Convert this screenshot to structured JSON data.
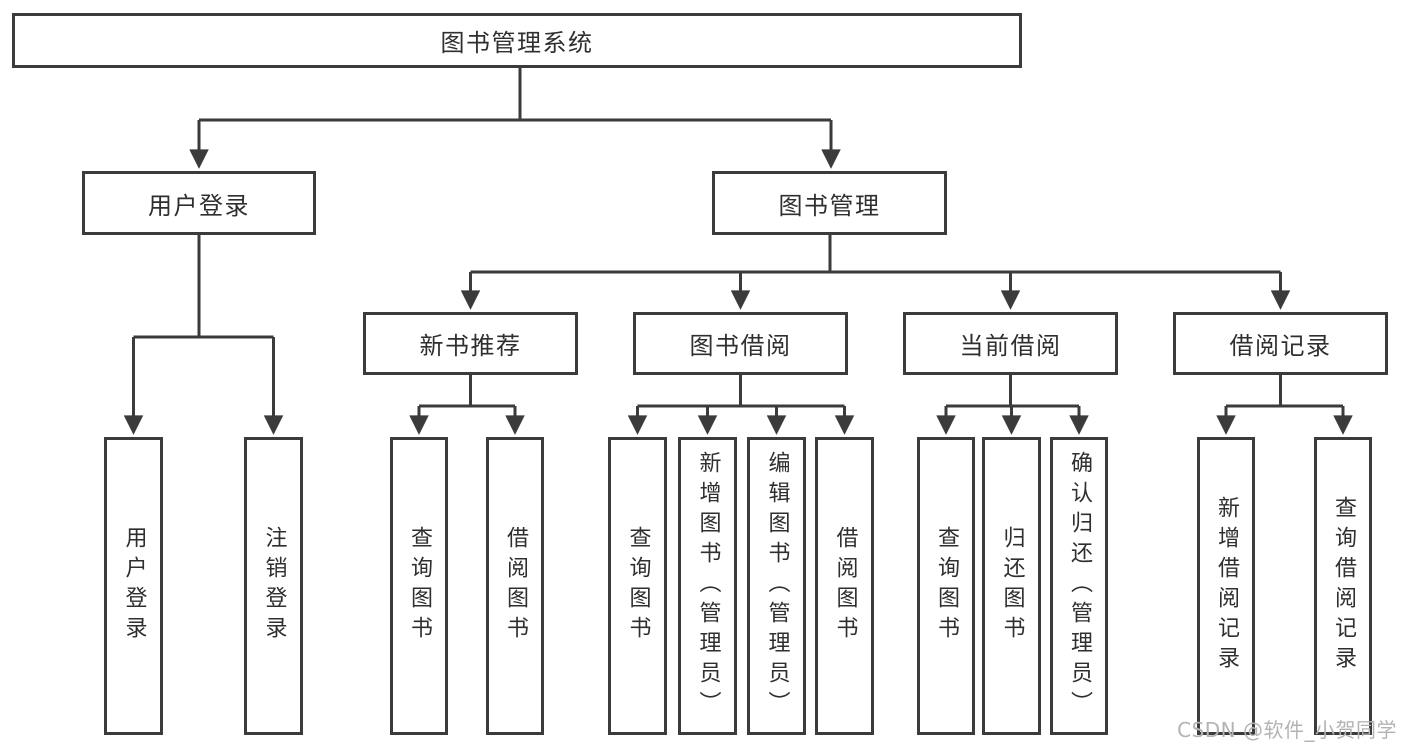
{
  "diagram": {
    "title": "图书管理系统",
    "branches": [
      {
        "label": "用户登录",
        "children": [
          {
            "label": "用户登录"
          },
          {
            "label": "注销登录"
          }
        ]
      },
      {
        "label": "图书管理",
        "children": [
          {
            "label": "新书推荐",
            "children": [
              {
                "label": "查询图书"
              },
              {
                "label": "借阅图书"
              }
            ]
          },
          {
            "label": "图书借阅",
            "children": [
              {
                "label": "查询图书"
              },
              {
                "label": "新增图书（管理员）"
              },
              {
                "label": "编辑图书（管理员）"
              },
              {
                "label": "借阅图书"
              }
            ]
          },
          {
            "label": "当前借阅",
            "children": [
              {
                "label": "查询图书"
              },
              {
                "label": "归还图书"
              },
              {
                "label": "确认归还（管理员）"
              }
            ]
          },
          {
            "label": "借阅记录",
            "children": [
              {
                "label": "新增借阅记录"
              },
              {
                "label": "查询借阅记录"
              }
            ]
          }
        ]
      }
    ]
  },
  "colors": {
    "line": "#3b3b3b",
    "text": "#2f2f2f",
    "watermark_text": "#b3b3b6",
    "background": "#ffffff"
  },
  "watermark": {
    "text": "CSDN @软件_小贺同学"
  }
}
